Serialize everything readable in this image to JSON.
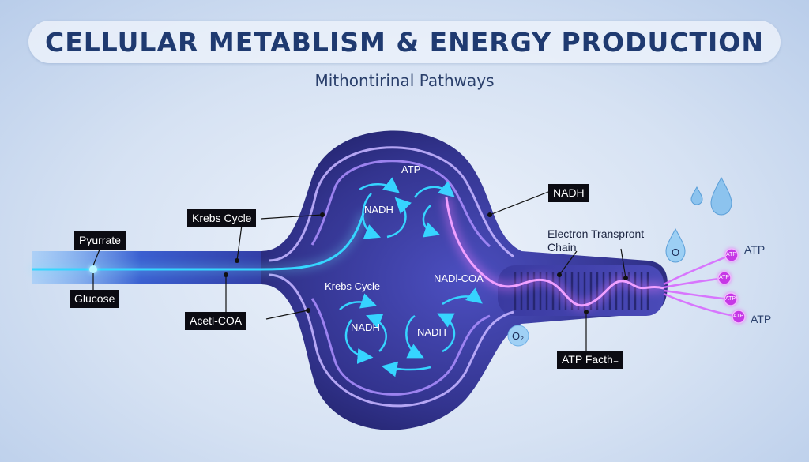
{
  "header": {
    "title": "CELLULAR METABLISM & ENERGY PRODUCTION",
    "subtitle": "Mithontirinal Pathways"
  },
  "callouts": {
    "pyurrate": "Pyurrate",
    "glucose": "Glucose",
    "krebs_cycle": "Krebs Cycle",
    "acetl_coa": "Acetl-COA",
    "nadh": "NADH",
    "atp_facth": "ATP Facth₋"
  },
  "inner": {
    "atp": "ATP",
    "nadh_top": "NADH",
    "krebs_cycle": "Krebs Cycle",
    "nadl_coa": "NADl-COA",
    "nadh_bottom_left": "NADH",
    "nadh_bottom_right": "NADH"
  },
  "etc_label": "Electron Transpront\nChain",
  "molecules": {
    "o": "O",
    "o2": "O₂",
    "atp_dot": "ATP",
    "atp_out_top": "ATP",
    "atp_out_bottom": "ATP"
  },
  "colors": {
    "title": "#1f3a70",
    "mito_fill": "#3b3b9c",
    "cyan_flow": "#35d6ff",
    "magenta_flow": "#e040fb",
    "membrane": "#b8a6ff"
  }
}
